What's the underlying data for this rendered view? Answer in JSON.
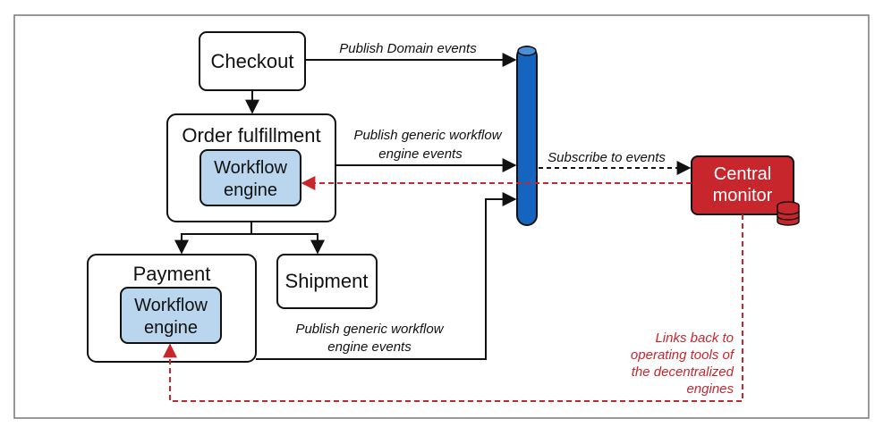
{
  "nodes": {
    "checkout": "Checkout",
    "order_fulfillment": "Order fulfillment",
    "payment": "Payment",
    "shipment": "Shipment",
    "workflow_engine_line1": "Workflow",
    "workflow_engine_line2": "engine",
    "central_monitor_line1": "Central",
    "central_monitor_line2": "monitor"
  },
  "edges": {
    "publish_domain": "Publish Domain events",
    "publish_generic_1_line1": "Publish generic workflow",
    "publish_generic_1_line2": "engine events",
    "subscribe": "Subscribe to events",
    "publish_generic_2_line1": "Publish generic workflow",
    "publish_generic_2_line2": "engine events",
    "links_back_line1": "Links back to",
    "links_back_line2": "operating tools of",
    "links_back_line3": "the decentralized",
    "links_back_line4": "engines"
  },
  "colors": {
    "event_bus": "#1565c0",
    "engine_fill": "#b9d6ee",
    "monitor_fill": "#c8262d",
    "red_link": "#c8262d"
  }
}
